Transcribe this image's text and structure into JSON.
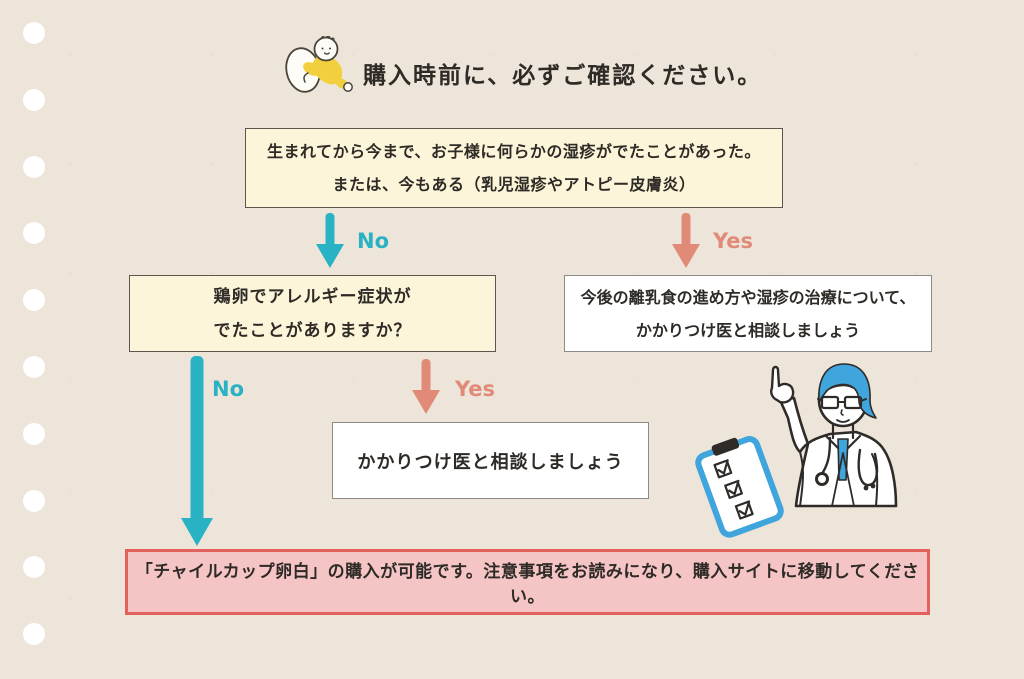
{
  "page": {
    "title": "購入時前に、必ずご確認ください。"
  },
  "flowchart": {
    "start_box": {
      "line1": "生まれてから今まで、お子様に何らかの湿疹がでたことがあった。",
      "line2": "または、今もある（乳児湿疹やアトピー皮膚炎）"
    },
    "branch1": {
      "no_label": "No",
      "yes_label": "Yes"
    },
    "egg_allergy_box": {
      "line1": "鶏卵でアレルギー症状が",
      "line2": "でたことがありますか？"
    },
    "consult_weaning_box": {
      "line1": "今後の離乳食の進め方や湿疹の治療について、",
      "line2": "かかりつけ医と相談しましょう"
    },
    "branch2": {
      "no_label": "No",
      "yes_label": "Yes"
    },
    "consult_doctor_box": {
      "text": "かかりつけ医と相談しましょう"
    },
    "purchase_box": {
      "text": "「チャイルカップ卵白」の購入が可能です。注意事項をお読みになり、購入サイトに移動してください。"
    }
  },
  "icons": {
    "baby_egg": "baby-hugging-egg-icon",
    "doctor": "doctor-pointing-up-icon",
    "clipboard": "checklist-clipboard-icon",
    "binder_holes": "punch-hole-decoration"
  },
  "colors": {
    "background": "#EDE5D9",
    "box_cream": "#FCF5D9",
    "box_white": "#FFFFFF",
    "box_pink": "#F5C5C6",
    "pink_border": "#E2615C",
    "no_arrow": "#29B2C3",
    "yes_arrow": "#E08A77",
    "illustration_blue": "#3FA5DC",
    "text": "#2E2A26"
  }
}
